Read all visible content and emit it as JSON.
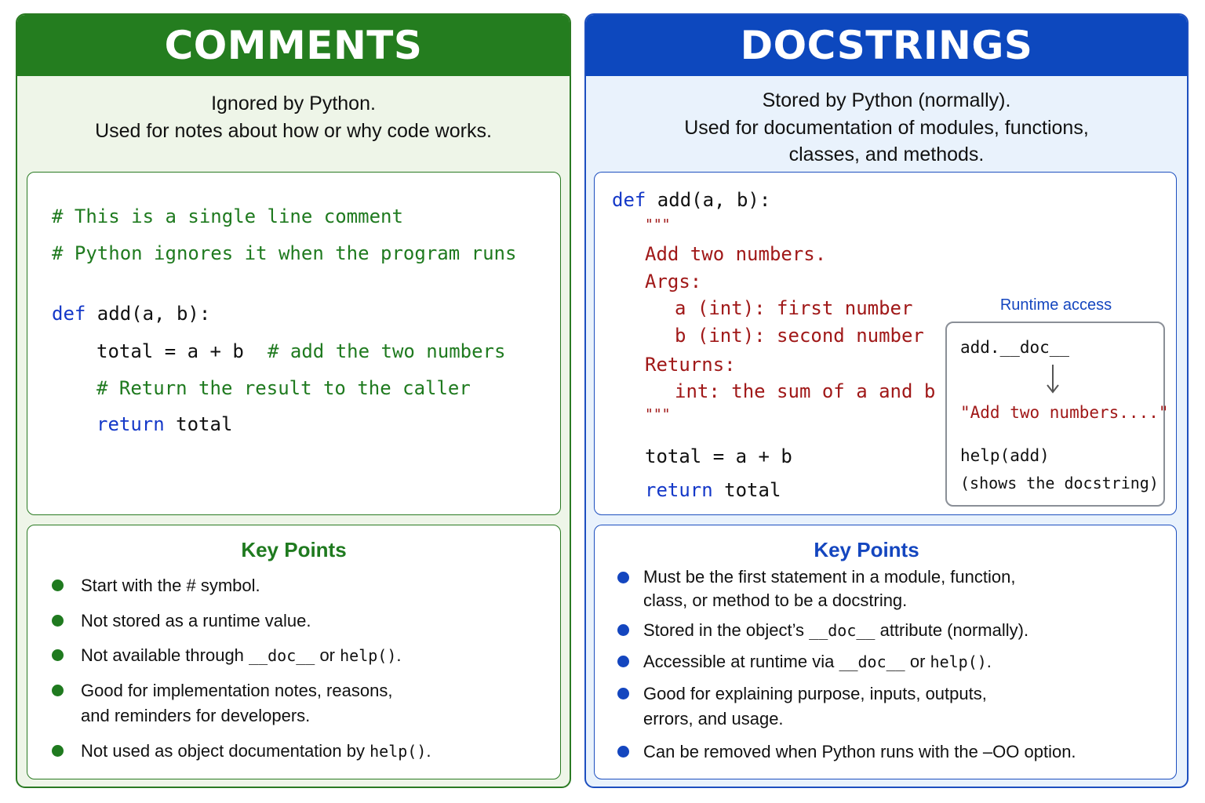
{
  "comments": {
    "title": "COMMENTS",
    "intro": [
      "Ignored by Python.",
      "Used for notes about how or why code works."
    ],
    "code": {
      "comment1": "# This is a single line comment",
      "comment2": "# Python ignores it when the program runs",
      "def_kw": "def",
      "def_sig": " add(a, b):",
      "total_line": "total = a + b",
      "inline_comment": "# add the two numbers",
      "return_comment": "# Return the result to the caller",
      "return_kw": "return",
      "return_val": " total"
    },
    "key_points": {
      "title": "Key Points",
      "items": [
        {
          "text": "Start with the # symbol."
        },
        {
          "text": "Not stored as a runtime value."
        },
        {
          "pre": "Not available through ",
          "code1": "__doc__",
          "mid": " or ",
          "code2": "help()",
          "post": "."
        },
        {
          "line1": "Good for implementation notes, reasons,",
          "line2": "and reminders for developers."
        },
        {
          "pre": "Not used as object documentation by ",
          "code1": "help()",
          "post": "."
        }
      ]
    }
  },
  "docstrings": {
    "title": "DOCSTRINGS",
    "intro": [
      "Stored by Python (normally).",
      "Used for documentation of modules, functions,",
      "classes, and methods."
    ],
    "code": {
      "def_kw": "def",
      "def_sig": " add(a, b):",
      "quote_open": "\"\"\"",
      "summary": "Add two numbers.",
      "args": "Args:",
      "arg_a": "a (int): first number",
      "arg_b": "b (int): second number",
      "returns": "Returns:",
      "returns_desc": "int: the sum of a and b",
      "quote_close": "\"\"\"",
      "total_line": "total = a + b",
      "return_kw": "return",
      "return_val": " total"
    },
    "runtime": {
      "title": "Runtime access",
      "expr": "add.__doc__",
      "result": "\"Add two numbers....\"",
      "help_call": "help(add)",
      "help_note": "(shows the docstring)"
    },
    "key_points": {
      "title": "Key Points",
      "items": [
        {
          "line1": "Must be the first statement in a module, function,",
          "line2": "class, or method to be a docstring."
        },
        {
          "pre": "Stored in the object’s ",
          "code1": "__doc__",
          "post": " attribute (normally)."
        },
        {
          "pre": "Accessible at runtime via ",
          "code1": "__doc__",
          "mid": " or ",
          "code2": "help()",
          "post": "."
        },
        {
          "line1": "Good for explaining purpose, inputs, outputs,",
          "line2": "errors, and usage."
        },
        {
          "text": "Can be removed when Python runs with the –OO option."
        }
      ]
    }
  },
  "colors": {
    "comments_accent": "#247d1f",
    "docstrings_accent": "#0d48be",
    "keyword": "#1438c8",
    "docstring_text": "#a01818"
  }
}
